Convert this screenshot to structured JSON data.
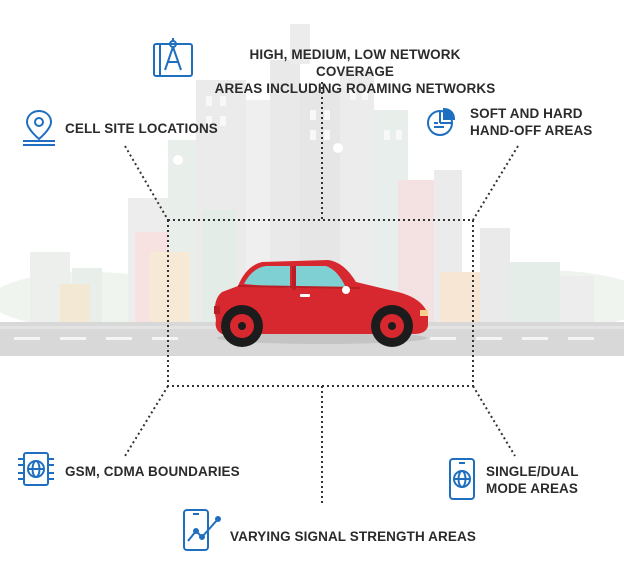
{
  "labels": {
    "coverage_line1": "HIGH, MEDIUM, LOW NETWORK COVERAGE",
    "coverage_line2": "AREAS INCLUDING ROAMING NETWORKS",
    "cell_sites": "CELL SITE LOCATIONS",
    "handoff_line1": "SOFT AND HARD",
    "handoff_line2": "HAND-OFF AREAS",
    "gsm_cdma": "GSM, CDMA BOUNDARIES",
    "mode_line1": "SINGLE/DUAL",
    "mode_line2": "MODE AREAS",
    "signal": "VARYING SIGNAL STRENGTH AREAS"
  },
  "icons": {
    "coverage": "drafting-blueprint-icon",
    "cell_sites": "map-pin-icon",
    "handoff": "pie-chart-document-icon",
    "gsm_cdma": "globe-circuit-icon",
    "mode": "smartphone-globe-icon",
    "signal": "smartphone-line-graph-icon"
  },
  "colors": {
    "icon_blue": "#1f6fc0",
    "car_red": "#d8282f",
    "text": "#2b2b2b"
  }
}
